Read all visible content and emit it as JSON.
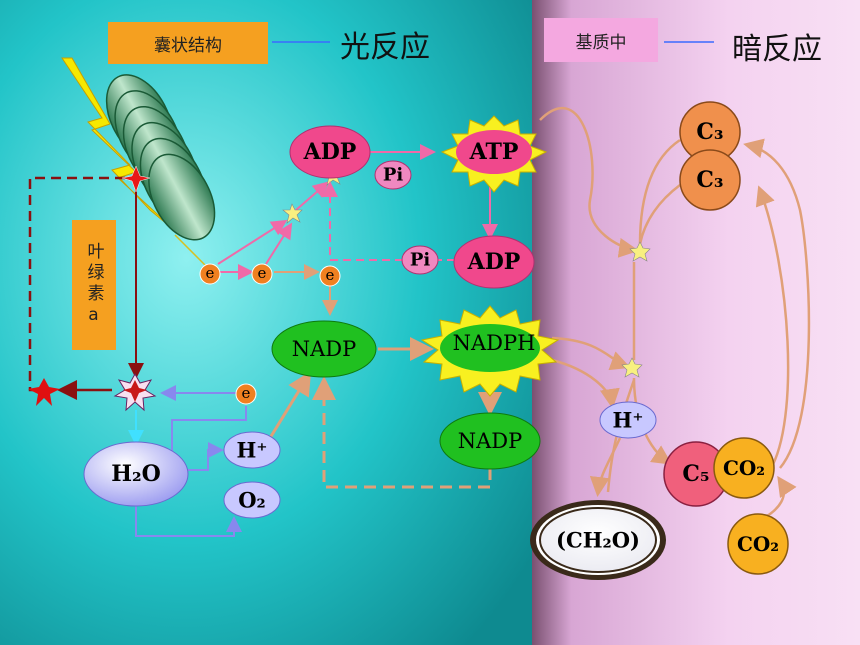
{
  "labels": {
    "thylakoid": "囊状结构",
    "light_reaction": "光反应",
    "stroma": "基质中",
    "dark_reaction": "暗反应",
    "chlorophyll": "叶绿素a"
  },
  "molecules": {
    "adp_top": "ADP",
    "atp": "ATP",
    "pi_top": "Pi",
    "pi_mid": "Pi",
    "adp_mid": "ADP",
    "nadp_left": "NADP",
    "nadph": "NADPH",
    "nadp_bottom": "NADP",
    "water": "H₂O",
    "h_plus_left": "H⁺",
    "oxygen": "O₂",
    "h_plus_right": "H⁺",
    "c3_top": "C₃",
    "c3_bottom": "C₃",
    "c5": "C₅",
    "co2_upper": "CO₂",
    "co2_lower": "CO₂",
    "ch2o": "(CH₂O)",
    "electron": "e"
  },
  "colors": {
    "light_bg": "#1ec8c8",
    "dark_bg": "#e0a8dc",
    "adp": "#f0488c",
    "atp_star": "#f8f020",
    "nadp": "#20c020",
    "water": "#c8c8ff",
    "c3": "#f0904c",
    "co2": "#f8b020",
    "electron": "#f08020"
  }
}
